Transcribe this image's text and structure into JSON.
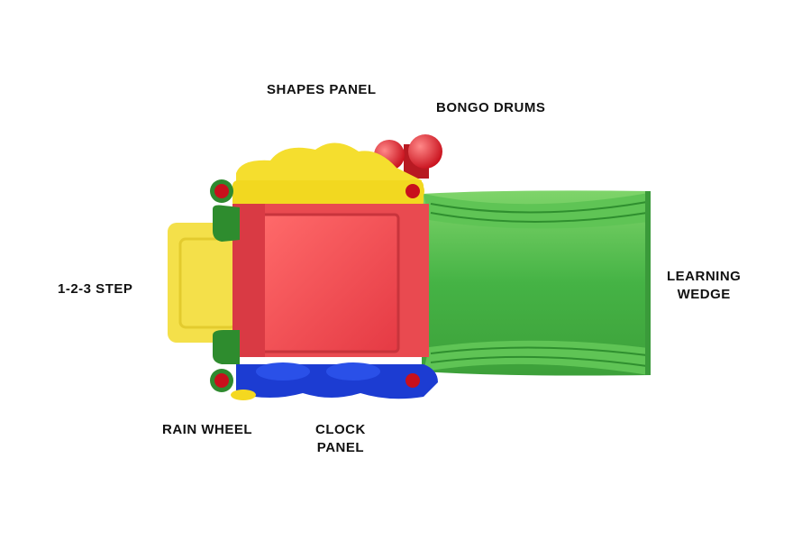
{
  "labels": {
    "shapes_panel": "SHAPES PANEL",
    "bongo_drums": "BONGO DRUMS",
    "step": "1-2-3 STEP",
    "learning_wedge": [
      "LEARNING",
      "WEDGE"
    ],
    "rain_wheel": "RAIN WHEEL",
    "clock_panel": [
      "CLOCK",
      "PANEL"
    ]
  },
  "colors": {
    "red": "#f0444c",
    "green": "#4cb84a",
    "yellow": "#f6e24a",
    "blue": "#1c3fd0",
    "dark_green": "#2e7d2e"
  }
}
